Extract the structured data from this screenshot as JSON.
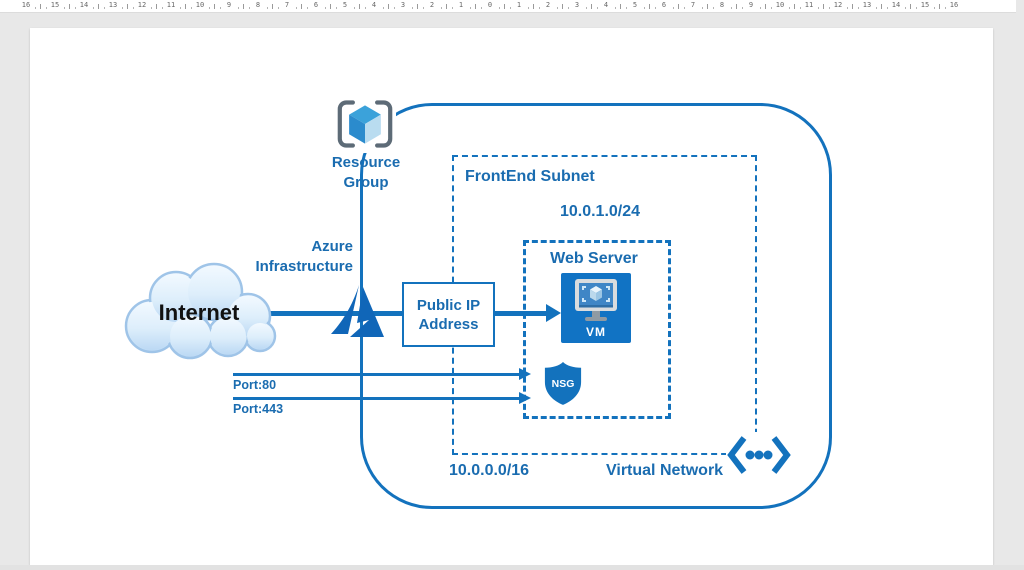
{
  "app": {
    "ruler_numbers": [
      "16",
      "15",
      "14",
      "13",
      "12",
      "11",
      "10",
      "9",
      "8",
      "7",
      "6",
      "5",
      "4",
      "3",
      "2",
      "1",
      "0",
      "1",
      "2",
      "3",
      "4",
      "5",
      "6",
      "7",
      "8",
      "9",
      "10",
      "11",
      "12",
      "13",
      "14",
      "15",
      "16"
    ]
  },
  "colors": {
    "line_blue": "#1372bd",
    "text_blue": "#1a6cb0",
    "vm_square_blue": "#1173c4",
    "canvas": "#ffffff",
    "chrome_gray": "#e8e8e8",
    "internet_text": "#111111"
  },
  "diagram": {
    "internet": {
      "label": "Internet"
    },
    "azure_infrastructure": {
      "line1": "Azure",
      "line2": "Infrastructure"
    },
    "resource_group": {
      "line1": "Resource",
      "line2": "Group"
    },
    "frontend_subnet": {
      "label": "FrontEnd Subnet",
      "cidr": "10.0.1.0/24"
    },
    "web_server": {
      "label": "Web Server"
    },
    "vm": {
      "label": "VM"
    },
    "nsg": {
      "label": "NSG"
    },
    "public_ip": {
      "line1": "Public IP",
      "line2": "Address"
    },
    "ports": {
      "http": "Port:80",
      "https": "Port:443"
    },
    "virtual_network": {
      "cidr": "10.0.0.0/16",
      "label": "Virtual Network"
    }
  }
}
